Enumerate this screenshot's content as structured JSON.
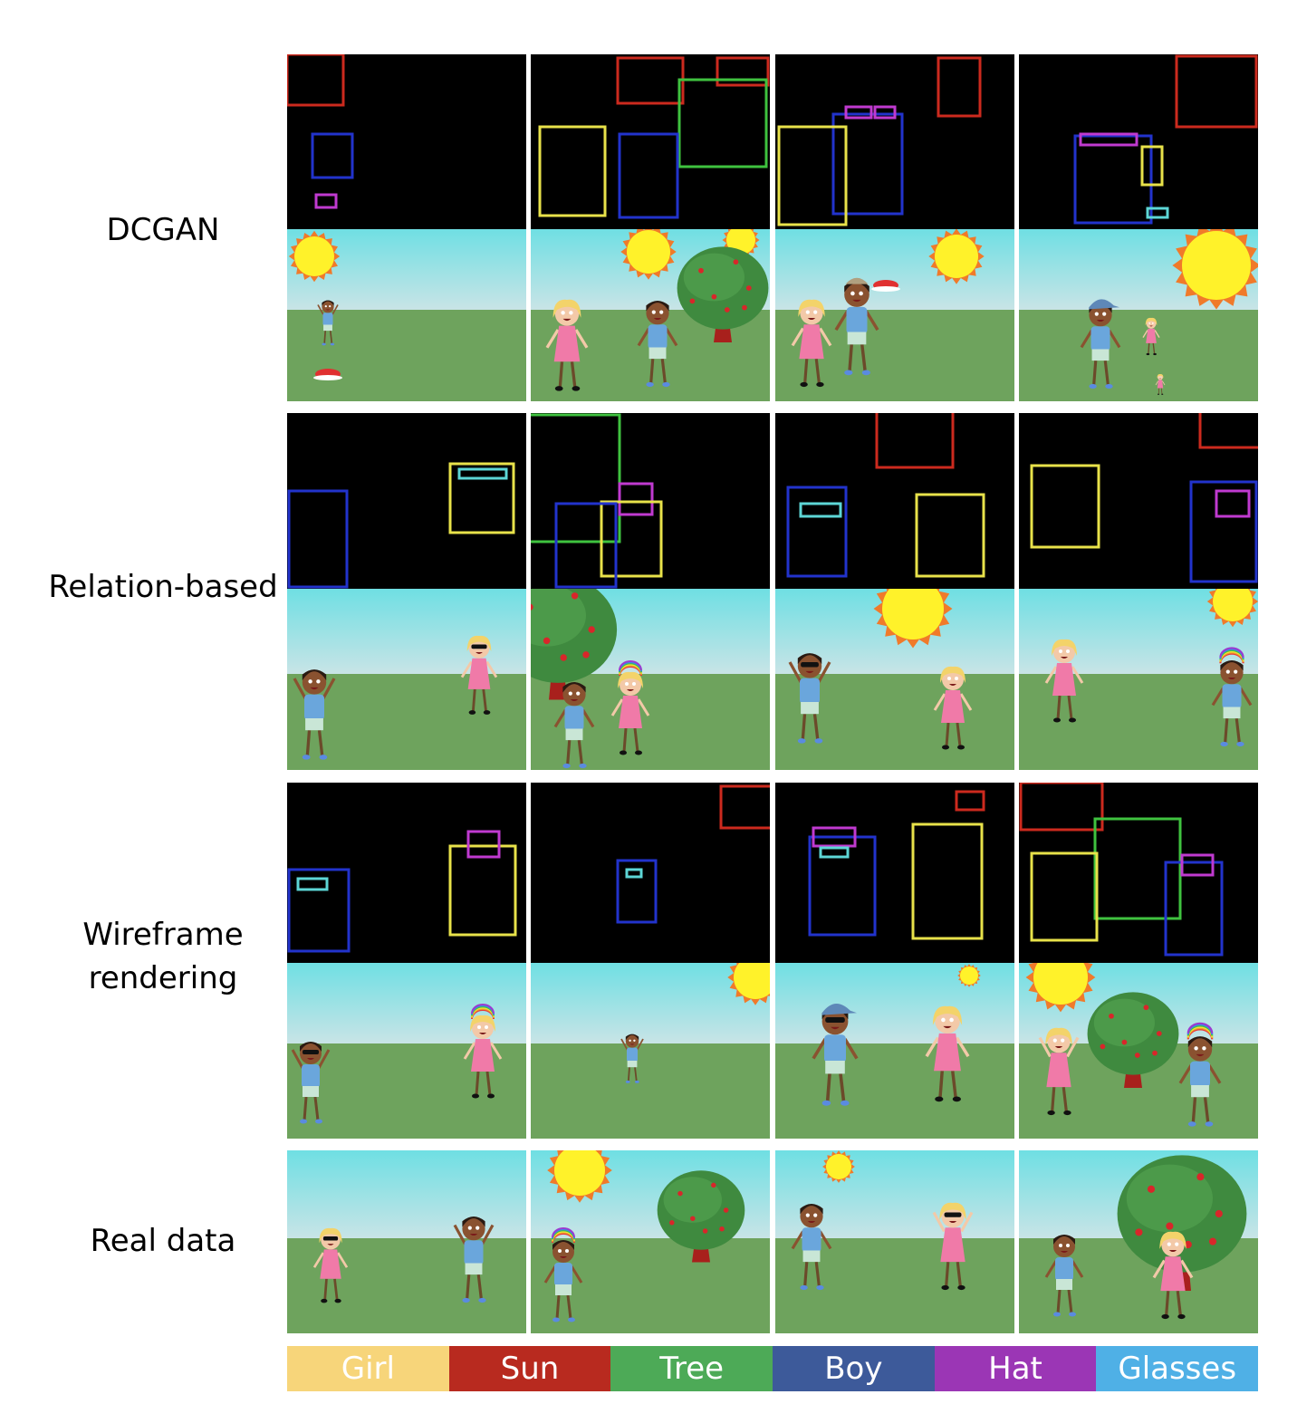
{
  "rows": [
    {
      "label": "DCGAN"
    },
    {
      "label": "Relation-based"
    },
    {
      "label": "Wireframe\nrendering"
    },
    {
      "label": "Real data"
    }
  ],
  "legend": [
    {
      "label": "Girl",
      "color": "#f7d57a"
    },
    {
      "label": "Sun",
      "color": "#b82a1f"
    },
    {
      "label": "Tree",
      "color": "#4daa57"
    },
    {
      "label": "Boy",
      "color": "#3d5a9a"
    },
    {
      "label": "Hat",
      "color": "#9b36b5"
    },
    {
      "label": "Glasses",
      "color": "#4fb0e6"
    }
  ]
}
